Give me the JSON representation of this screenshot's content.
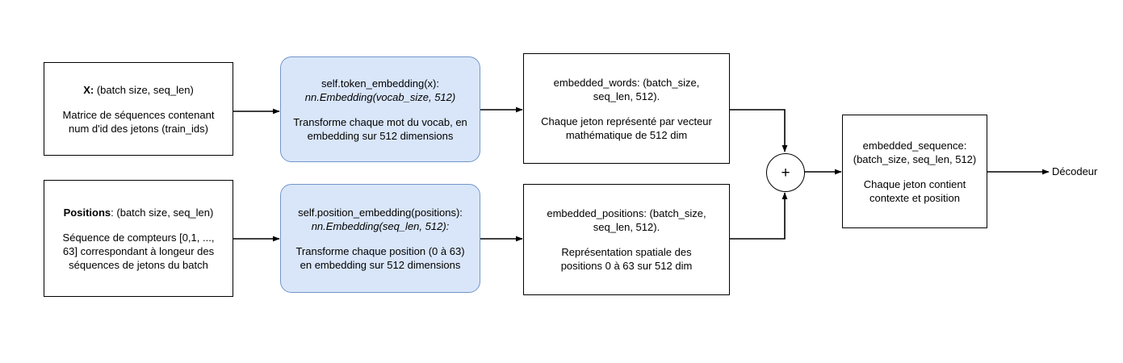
{
  "diagram": {
    "title_hidden": "",
    "accent_box_fill": "#d9e6fa",
    "accent_box_stroke": "#7396c9",
    "line_color": "#000000",
    "nodes": {
      "input_tokens": {
        "line1_bold": "X:",
        "line1_rest": " (batch size, seq_len)",
        "body": "Matrice de séquences contenant num d'id des jetons (train_ids)"
      },
      "token_embedding": {
        "line1": "self.token_embedding(x):",
        "line2_italic": "nn.Embedding(vocab_size, 512)",
        "body": "Transforme chaque mot du vocab, en embedding sur 512 dimensions"
      },
      "embedded_words": {
        "line1": "embedded_words: (batch_size, seq_len, 512).",
        "body": "Chaque jeton représenté par vecteur mathématique de 512 dim"
      },
      "input_positions": {
        "line1_bold": "Positions",
        "line1_rest": ": (batch size, seq_len)",
        "body": "Séquence de compteurs [0,1, ..., 63] correspondant à longeur des séquences de jetons du batch"
      },
      "position_embedding": {
        "line1": "self.position_embedding(positions):",
        "line2_italic": "nn.Embedding(seq_len, 512):",
        "body": "Transforme chaque position (0 à 63) en embedding sur 512 dimensions"
      },
      "embedded_positions": {
        "line1": "embedded_positions: (batch_size, seq_len, 512).",
        "body": "Représentation spatiale des positions 0 à 63 sur 512 dim"
      },
      "adder": {
        "symbol": "+"
      },
      "embedded_sequence": {
        "line1": "embedded_sequence: (batch_size, seq_len, 512)",
        "body": "Chaque jeton contient contexte et position"
      },
      "decoder_label": {
        "text": "Décodeur"
      }
    }
  }
}
